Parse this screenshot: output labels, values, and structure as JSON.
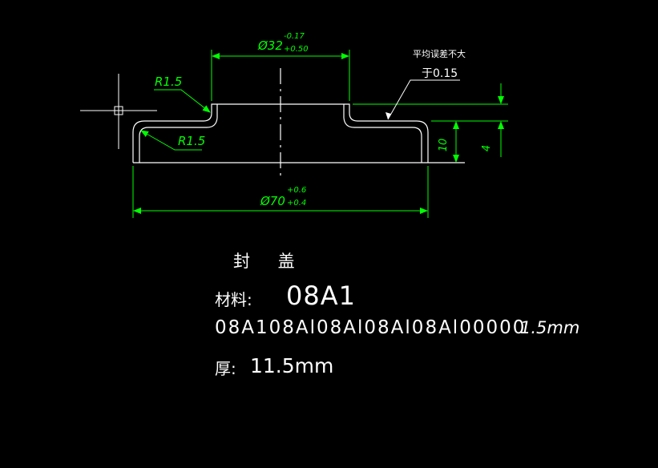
{
  "drawing": {
    "colors": {
      "outline": "#ffffff",
      "dimension": "#00ff00",
      "background": "#000000"
    },
    "dimensions": {
      "top_diameter": {
        "base": "Ø32",
        "upper_tol": "-0.17",
        "lower_tol": "+0.50"
      },
      "bottom_diameter": {
        "base": "Ø70",
        "upper_tol": "+0.6",
        "lower_tol": "+0.4"
      },
      "radius_upper": "R1.5",
      "radius_lower": "R1.5",
      "height_total": "10",
      "height_step": "4"
    },
    "flatness_note": {
      "line1": "平均误差不大",
      "line2": "于0.15"
    }
  },
  "notes": {
    "part_title": "封 盖",
    "material_label": "材料:",
    "material_value": "08A1",
    "material_spec": "08A108Al08Al08Al08Al00000",
    "material_spec_thickness": "1.5mm",
    "thickness_label": "厚:",
    "thickness_value": "11.5mm"
  }
}
